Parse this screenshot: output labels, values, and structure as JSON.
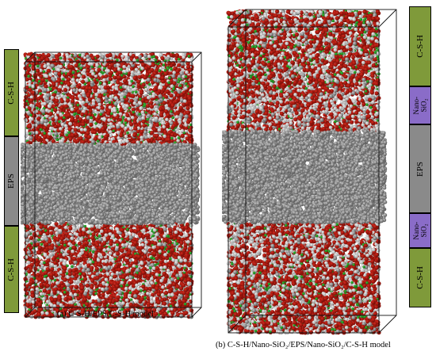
{
  "colors": {
    "csh_band": "#7f9a3a",
    "eps_band": "#8a8a8a",
    "nano_band": "#8a6cc8",
    "atom_red": "#d42a1e",
    "atom_white": "#f1f1f1",
    "atom_green": "#3bc43a",
    "atom_gray": "#8f8f8f",
    "box_line": "#111111"
  },
  "panels": [
    {
      "caption": "(a) C-S-H/EPS/C-S-H model",
      "legend": [
        {
          "label": "C-S-H",
          "type": "csh"
        },
        {
          "label": "EPS",
          "type": "eps"
        },
        {
          "label": "C-S-H",
          "type": "csh"
        }
      ]
    },
    {
      "caption": "(b) C-S-H/Nano-SiO₂/EPS/Nano-SiO₂/C-S-H model",
      "legend": [
        {
          "label": "C-S-H",
          "type": "csh"
        },
        {
          "label": "Nano-\nSiO₂",
          "type": "nano"
        },
        {
          "label": "EPS",
          "type": "eps"
        },
        {
          "label": "Nano-\nSiO₂",
          "type": "nano"
        },
        {
          "label": "C-S-H",
          "type": "csh"
        }
      ]
    }
  ]
}
